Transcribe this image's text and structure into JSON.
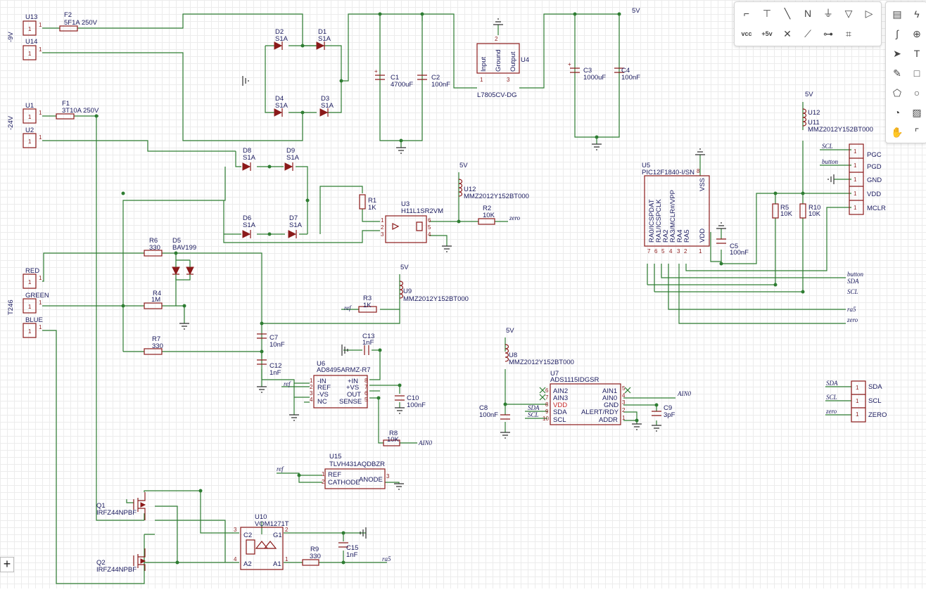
{
  "toolbar_top": [
    {
      "icon": "wire-icon",
      "glyph": "⌐"
    },
    {
      "icon": "bus-entry-icon",
      "glyph": "⊤"
    },
    {
      "icon": "bus-icon",
      "glyph": "╲"
    },
    {
      "icon": "net-label-icon",
      "glyph": "N"
    },
    {
      "icon": "ground-icon",
      "glyph": "⏚"
    },
    {
      "icon": "gnd-triangle-icon",
      "glyph": "▽"
    },
    {
      "icon": "net-port-icon",
      "glyph": "▷"
    },
    {
      "icon": "vcc-icon",
      "glyph": "vcc"
    },
    {
      "icon": "plus5v-icon",
      "glyph": "+5v"
    },
    {
      "icon": "no-connect-icon",
      "glyph": "✕"
    },
    {
      "icon": "probe-icon",
      "glyph": "⟋"
    },
    {
      "icon": "pin-icon",
      "glyph": "⊶"
    },
    {
      "icon": "group-icon",
      "glyph": "⌗"
    }
  ],
  "toolbar_side": [
    {
      "icon": "part-icon",
      "glyph": "▤"
    },
    {
      "icon": "lightning-icon",
      "glyph": "ϟ"
    },
    {
      "icon": "arc-icon",
      "glyph": "∫"
    },
    {
      "icon": "crosshair-icon",
      "glyph": "⊕"
    },
    {
      "icon": "arrow-icon",
      "glyph": "➤"
    },
    {
      "icon": "text-icon",
      "glyph": "T"
    },
    {
      "icon": "pencil-icon",
      "glyph": "✎"
    },
    {
      "icon": "rectangle-icon",
      "glyph": "□"
    },
    {
      "icon": "polygon-icon",
      "glyph": "⬠"
    },
    {
      "icon": "circle-icon",
      "glyph": "○"
    },
    {
      "icon": "pie-icon",
      "glyph": "◔"
    },
    {
      "icon": "image-icon",
      "glyph": "▨"
    },
    {
      "icon": "hand-icon",
      "glyph": "✋"
    },
    {
      "icon": "corner-icon",
      "glyph": "⌜"
    }
  ],
  "zoom_button": "+",
  "schematic": {
    "power": {
      "p5v": "5V",
      "m9v": "-9V",
      "m24v": "-24V",
      "t246": "T246"
    },
    "components": {
      "U13": "U13",
      "U14": "U14",
      "U1": "U1",
      "U2": "U2",
      "F2": "F2",
      "F2v": "5F1A 250V",
      "F1": "F1",
      "F1v": "3T10A 250V",
      "D2": "D2",
      "D1": "D1",
      "D4": "D4",
      "D3": "D3",
      "D8": "D8",
      "D9": "D9",
      "D6": "D6",
      "D7": "D7",
      "S1A": "S1A",
      "C1": "C1",
      "C1v": "4700uF",
      "C2": "C2",
      "C2v": "100nF",
      "U4": "U4",
      "U4v": "L7805CV-DG",
      "U4in": "Input",
      "U4gnd": "Ground",
      "U4out": "Output",
      "C3": "C3",
      "C3v": "1000uF",
      "C4": "C4",
      "C4v": "100nF",
      "U12": "U12",
      "U12b": "U12",
      "U11": "U11",
      "MMZ": "MMZ2012Y152BT000",
      "U5": "U5",
      "U5v": "PIC12F1840-I/SN",
      "VSS": "VSS",
      "VDD": "VDD",
      "RA0": "RA0/ICSPDAT",
      "RA1": "RA1/ICSPCLK",
      "RA2": "RA2",
      "RA3": "RA3/MCLR#/VPP",
      "RA4": "RA4",
      "RA5": "RA5",
      "C5": "C5",
      "C5v": "100nF",
      "R5": "R5",
      "R10": "R10",
      "R5v": "10K",
      "R10v": "10K",
      "PGC": "PGC",
      "PGD": "PGD",
      "GND": "GND",
      "VDDc": "VDD",
      "MCLR": "MCLR",
      "R1": "R1",
      "R1v": "1K",
      "U3": "U3",
      "U3v": "H11L1SR2VM",
      "R2": "R2",
      "R2v": "10K",
      "R6": "R6",
      "R6v": "330",
      "D5": "D5",
      "D5v": "BAV199",
      "R4": "R4",
      "R4v": "1M",
      "R7": "R7",
      "R7v": "330",
      "RED": "RED",
      "GREEN": "GREEN",
      "BLUE": "BLUE",
      "U9": "U9",
      "R3": "R3",
      "R3v": "1K",
      "C7": "C7",
      "C7v": "10nF",
      "C12": "C12",
      "C12v": "1nF",
      "C13": "C13",
      "C13v": "1nF",
      "U6": "U6",
      "U6v": "AD8495ARMZ-R7",
      "mIN": "-IN",
      "REF": "REF",
      "mVS": "-VS",
      "NC": "NC",
      "pIN": "+IN",
      "pVS": "+VS",
      "OUT": "OUT",
      "SENSE": "SENSE",
      "C10": "C10",
      "C10v": "100nF",
      "R8": "R8",
      "R8v": "10K",
      "U8": "U8",
      "C8": "C8",
      "C8v": "100nF",
      "U7": "U7",
      "U7v": "ADS1115IDGSR",
      "AIN2": "AIN2",
      "AIN3": "AIN3",
      "VDD7": "VDD",
      "SDA7": "SDA",
      "SCL7": "SCL",
      "AIN1": "AIN1",
      "AIN0": "AIN0",
      "GND7": "GND",
      "ALERT": "ALERT/RDY",
      "ADDR": "ADDR",
      "C9": "C9",
      "C9v": "3pF",
      "U15": "U15",
      "U15v": "TLVH431AQDBZR",
      "REF15": "REF",
      "CATHODE": "CATHODE",
      "ANODE": "ANODE",
      "Q1": "Q1",
      "Q1v": "IRFZ44NPBF",
      "Q2": "Q2",
      "Q2v": "IRFZ44NPBF",
      "U10": "U10",
      "U10v": "VOM1271T",
      "C2p": "C2",
      "G1": "G1",
      "A2": "A2",
      "A1": "A1",
      "R9": "R9",
      "R9v": "330",
      "C15": "C15",
      "C15v": "1nF",
      "SDAc": "SDA",
      "SCLc": "SCL",
      "ZERO": "ZERO"
    },
    "nets": {
      "zero": "zero",
      "ref": "ref",
      "AIN0": "AIN0",
      "button": "button",
      "SDA": "SDA",
      "SCL": "SCL",
      "ra5": "ra5",
      "SCLin": "SCL",
      "buttonin": "button"
    }
  }
}
